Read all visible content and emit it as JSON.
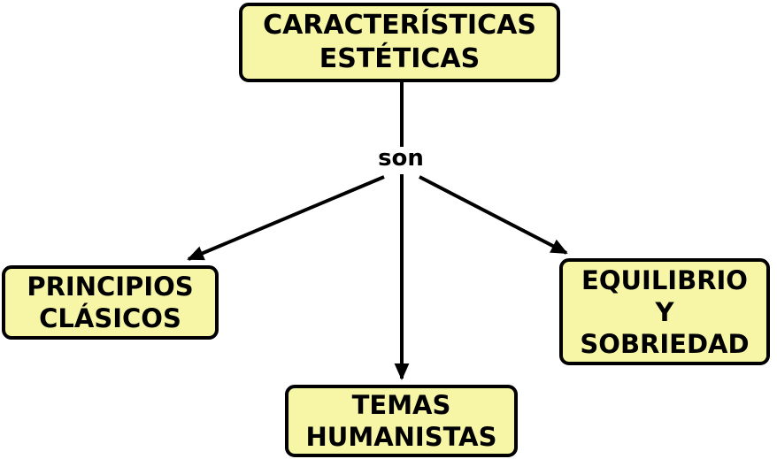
{
  "diagram": {
    "type": "concept-map",
    "root": {
      "label": "CARACTERÍSTICAS\nESTÉTICAS"
    },
    "link": {
      "label": "son"
    },
    "children": [
      {
        "label": "PRINCIPIOS\nCLÁSICOS"
      },
      {
        "label": "TEMAS\nHUMANISTAS"
      },
      {
        "label": "EQUILIBRIO\nY\nSOBRIEDAD"
      }
    ],
    "colors": {
      "node_fill": "#F6F6A6",
      "node_border": "#000000",
      "text": "#000000",
      "connector": "#000000",
      "background": "#FFFFFF"
    }
  }
}
